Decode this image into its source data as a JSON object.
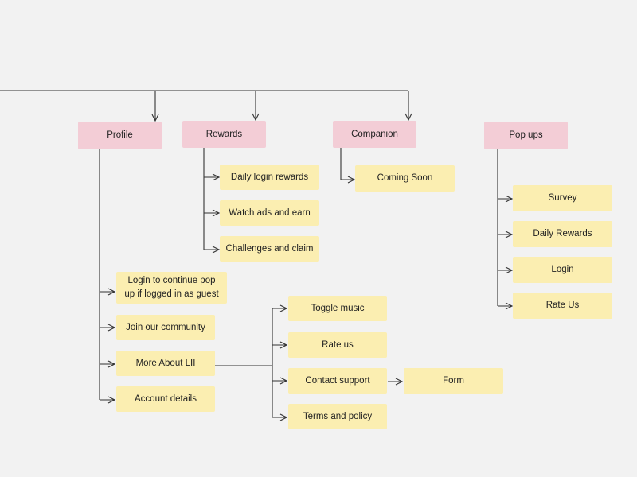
{
  "colors": {
    "background": "#f2f2f2",
    "category_node": "#f3cdd6",
    "item_node": "#fbeeb1",
    "connector": "#333333"
  },
  "categories": {
    "profile": "Profile",
    "rewards": "Rewards",
    "companion": "Companion",
    "popups": "Pop ups"
  },
  "profile_items": {
    "login_continue": "Login to continue pop up if logged in as guest",
    "join_community": "Join our community",
    "more_about": "More About LII",
    "account_details": "Account details"
  },
  "rewards_items": {
    "daily_login": "Daily login rewards",
    "watch_ads": "Watch ads and earn",
    "challenges": "Challenges and claim"
  },
  "companion_items": {
    "coming_soon": "Coming Soon"
  },
  "popups_items": {
    "survey": "Survey",
    "daily_rewards": "Daily Rewards",
    "login": "Login",
    "rate_us": "Rate Us"
  },
  "more_about_items": {
    "toggle_music": "Toggle music",
    "rate_us": "Rate us",
    "contact_support": "Contact support",
    "terms": "Terms and policy"
  },
  "contact_support_items": {
    "form": "Form"
  }
}
